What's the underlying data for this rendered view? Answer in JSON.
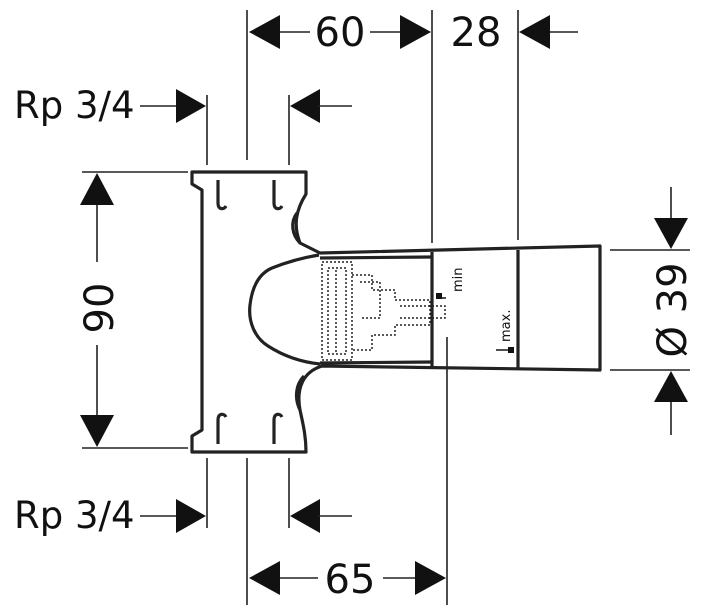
{
  "dimensions": {
    "top_left": "60",
    "top_right": "28",
    "thread_top": "Rp 3/4",
    "height": "90",
    "diameter": "Ø 39",
    "thread_bottom": "Rp 3/4",
    "bottom": "65"
  },
  "markings": {
    "min": "min",
    "max": "max."
  }
}
